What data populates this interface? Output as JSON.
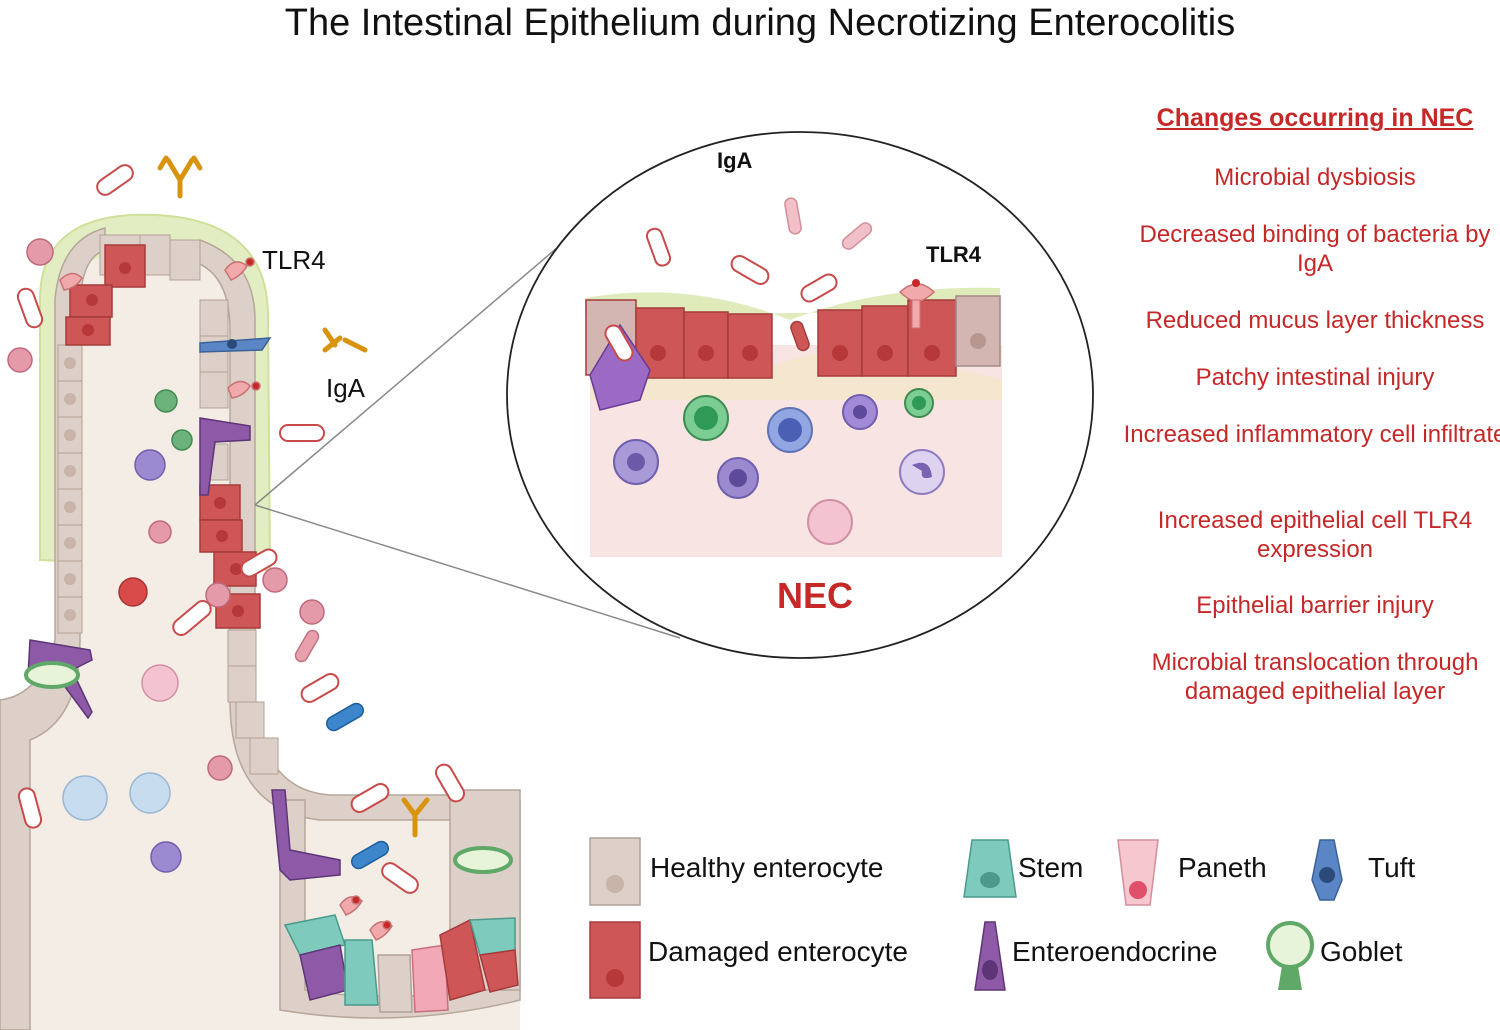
{
  "title": "The Intestinal Epithelium during Necrotizing Enterocolitis",
  "labels": {
    "tlr4_main": "TLR4",
    "iga_main": "IgA",
    "iga_zoom": "IgA",
    "tlr4_zoom": "TLR4",
    "nec": "NEC"
  },
  "changes": {
    "heading": "Changes occurring in NEC",
    "items": [
      "Microbial dysbiosis",
      "Decreased binding of bacteria by IgA",
      "Reduced mucus layer thickness",
      "Patchy intestinal injury",
      "Increased inflammatory cell infiltrate",
      "Increased epithelial cell TLR4 expression",
      "Epithelial barrier injury",
      "Microbial translocation through damaged epithelial layer"
    ]
  },
  "legend": {
    "healthy": "Healthy enterocyte",
    "damaged": "Damaged enterocyte",
    "stem": "Stem",
    "enteroendocrine": "Enteroendocrine",
    "paneth": "Paneth",
    "goblet": "Goblet",
    "tuft": "Tuft"
  },
  "colors": {
    "accent_red": "#c62828",
    "healthy_cell": "#ddd0c8",
    "damaged_cell": "#cf5656",
    "stem_cell": "#7ecbbd",
    "enteroendocrine_cell": "#8e5aa8",
    "paneth_cell": "#f2a8b6",
    "goblet_cell": "#5fa868",
    "tuft_cell": "#5a86c6",
    "mucus": "#dfebbb",
    "iga": "#d8930f"
  }
}
